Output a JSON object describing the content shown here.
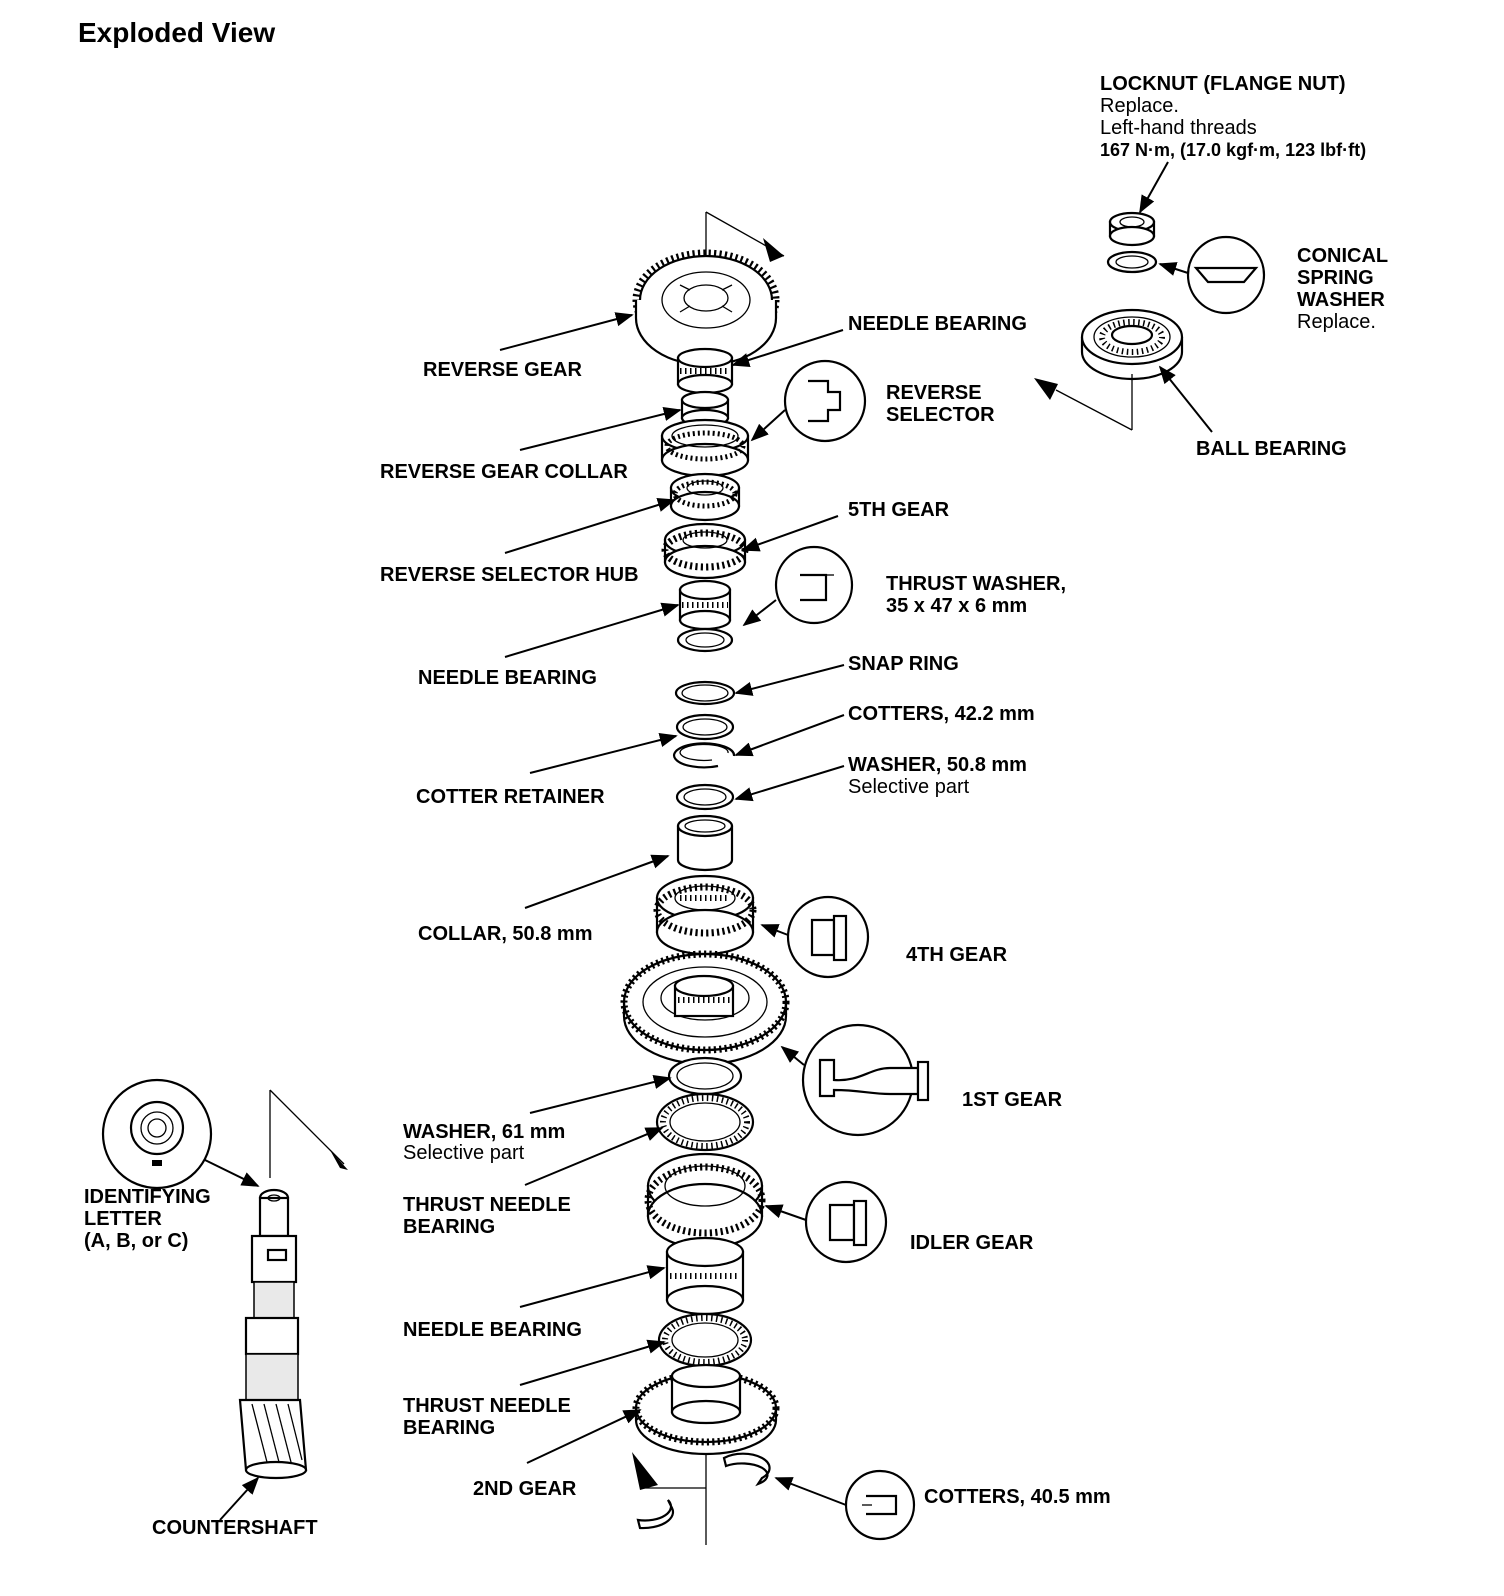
{
  "title": "Exploded View",
  "labels": {
    "locknut": [
      "LOCKNUT (FLANGE NUT)",
      "Replace.",
      "Left-hand threads",
      "167 N·m, (17.0 kgf·m, 123 lbf·ft)"
    ],
    "conical_spring_washer": [
      "CONICAL",
      "SPRING",
      "WASHER",
      "Replace."
    ],
    "ball_bearing": "BALL BEARING",
    "needle_bearing_top": "NEEDLE BEARING",
    "reverse_gear": "REVERSE GEAR",
    "reverse_selector": [
      "REVERSE",
      "SELECTOR"
    ],
    "reverse_gear_collar": "REVERSE GEAR COLLAR",
    "fifth_gear": "5TH GEAR",
    "reverse_selector_hub": "REVERSE SELECTOR HUB",
    "thrust_washer": [
      "THRUST WASHER,",
      "35 x 47 x 6 mm"
    ],
    "needle_bearing_mid": "NEEDLE BEARING",
    "snap_ring": "SNAP RING",
    "cotters_42": "COTTERS, 42.2 mm",
    "washer_50": [
      "WASHER, 50.8 mm",
      "Selective part"
    ],
    "cotter_retainer": "COTTER RETAINER",
    "collar_50": "COLLAR, 50.8 mm",
    "fourth_gear": "4TH GEAR",
    "first_gear": "1ST GEAR",
    "washer_61": [
      "WASHER, 61 mm",
      "Selective part"
    ],
    "thrust_needle_bearing_1": [
      "THRUST NEEDLE",
      "BEARING"
    ],
    "idler_gear": "IDLER GEAR",
    "identifying_letter": [
      "IDENTIFYING",
      "LETTER",
      "(A, B, or C)"
    ],
    "needle_bearing_low": "NEEDLE BEARING",
    "thrust_needle_bearing_2": [
      "THRUST NEEDLE",
      "BEARING"
    ],
    "second_gear": "2ND GEAR",
    "cotters_40": "COTTERS, 40.5 mm",
    "countershaft": "COUNTERSHAFT"
  }
}
